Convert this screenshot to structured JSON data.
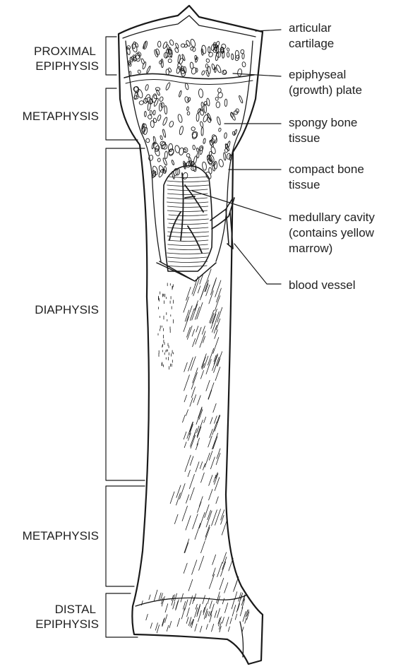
{
  "diagram": {
    "left_labels": [
      {
        "id": "proximal-epiphysis",
        "lines": [
          "PROXIMAL",
          "EPIPHYSIS"
        ]
      },
      {
        "id": "metaphysis-upper",
        "lines": [
          "METAPHYSIS"
        ]
      },
      {
        "id": "diaphysis",
        "lines": [
          "DIAPHYSIS"
        ]
      },
      {
        "id": "metaphysis-lower",
        "lines": [
          "METAPHYSIS"
        ]
      },
      {
        "id": "distal-epiphysis",
        "lines": [
          "DISTAL",
          "EPIPHYSIS"
        ]
      }
    ],
    "right_labels": [
      {
        "id": "articular-cartilage",
        "lines": [
          "articular",
          "cartilage"
        ]
      },
      {
        "id": "epiphyseal-plate",
        "lines": [
          "epiphyseal",
          "(growth) plate"
        ]
      },
      {
        "id": "spongy-bone-tissue",
        "lines": [
          "spongy bone",
          "tissue"
        ]
      },
      {
        "id": "compact-bone-tissue",
        "lines": [
          "compact bone",
          "tissue"
        ]
      },
      {
        "id": "medullary-cavity",
        "lines": [
          "medullary cavity",
          "(contains yellow",
          "marrow)"
        ]
      },
      {
        "id": "blood-vessel",
        "lines": [
          "blood vessel"
        ]
      }
    ],
    "colors": {
      "ink": "#1a1a1a",
      "text": "#222222",
      "background": "#ffffff"
    }
  }
}
